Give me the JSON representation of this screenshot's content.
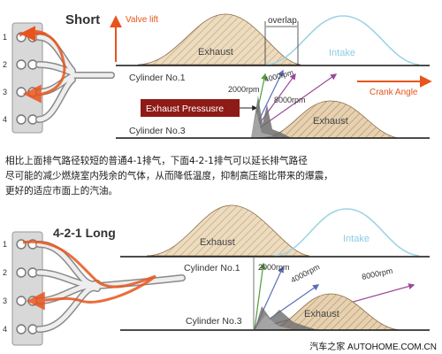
{
  "top_diagram": {
    "title": "Short",
    "cylinder_numbers": [
      "1",
      "2",
      "3",
      "4"
    ],
    "valve_lift_label": "Valve lift",
    "overlap_label": "overlap",
    "exhaust_label": "Exhaust",
    "intake_label": "Intake",
    "crank_angle_label": "Crank Angle",
    "cylinder_1_label": "Cylinder No.1",
    "cylinder_3_label": "Cylinder No.3",
    "exhaust_pressure_label": "Exhaust Pressusre",
    "exhaust_lower_label": "Exhaust",
    "rpm_labels": [
      "2000rpm",
      "4000rpm",
      "8000rpm"
    ]
  },
  "caption": {
    "line1": "相比上面排气路径较短的普通4-1排气，下面4-2-1排气可以延长排气路径",
    "line2": "尽可能的减少燃烧室内残余的气体，从而降低温度，抑制高压缩比带来的爆震，",
    "line3": "更好的适应市面上的汽油。"
  },
  "bottom_diagram": {
    "title": "4-2-1 Long",
    "cylinder_numbers": [
      "1",
      "2",
      "3",
      "4"
    ],
    "exhaust_label": "Exhaust",
    "intake_label": "Intake",
    "cylinder_1_label": "Cylinder No.1",
    "cylinder_3_label": "Cylinder No.3",
    "exhaust_lower_label": "Exhaust",
    "rpm_labels": [
      "2000rpm",
      "4000rpm",
      "8000rpm"
    ]
  },
  "watermark": "汽车之家 AUTOHOME.COM.CN",
  "colors": {
    "exhaust_fill": "#e9d7b9",
    "intake_curve": "#9fd3e6",
    "arrow_red": "#e8541c",
    "pressure_box": "#8e1b16",
    "rpm_2000": "#4f9e3a",
    "rpm_4000": "#5b6fb8",
    "rpm_8000": "#9b4a9b"
  }
}
